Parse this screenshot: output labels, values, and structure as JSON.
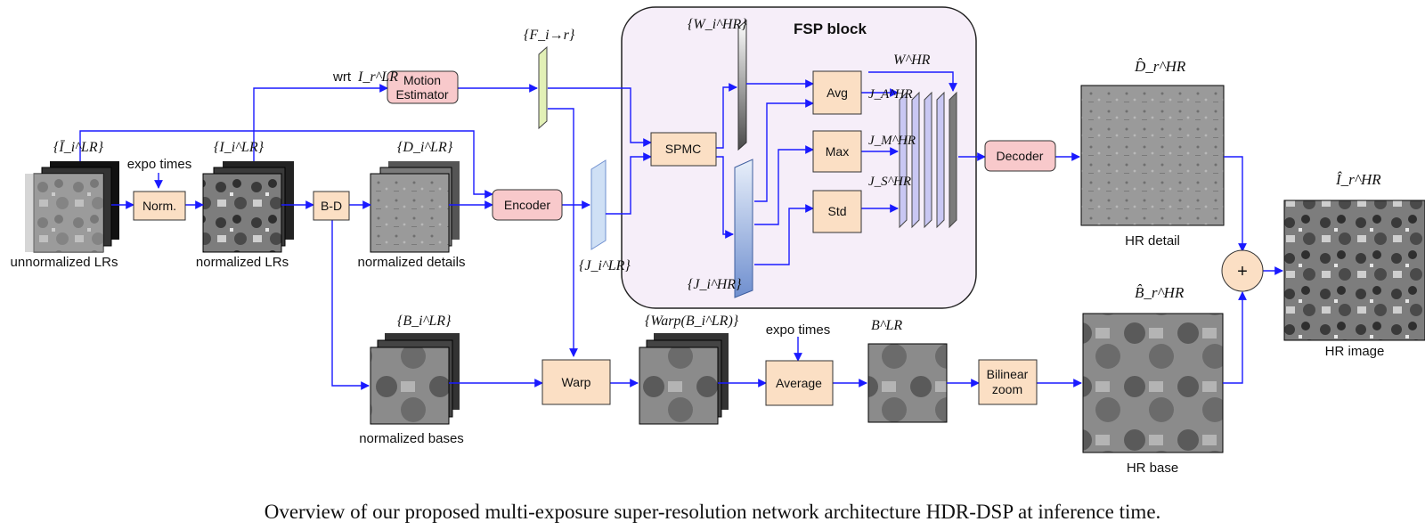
{
  "title": "FSP block",
  "colors": {
    "arrow": "#1a1aff",
    "orange_box": "#fbdfc4",
    "pink_box": "#f8c9cb",
    "fsp_panel": "#f6eef9",
    "feature_green": "#e2f0b6",
    "feature_blue": "#cfe0f5",
    "feature_purple": "#c9c7f3"
  },
  "boxes": {
    "norm": "Norm.",
    "bd": "B-D",
    "motion_line1": "Motion",
    "motion_line2": "Estimator",
    "encoder": "Encoder",
    "spmc": "SPMC",
    "avg": "Avg",
    "max": "Max",
    "std": "Std",
    "decoder": "Decoder",
    "warp": "Warp",
    "average": "Average",
    "bilinear_line1": "Bilinear",
    "bilinear_line2": "zoom"
  },
  "labels": {
    "unnormalized": "unnormalized LRs",
    "normalized": "normalized LRs",
    "details": "normalized details",
    "bases": "normalized bases",
    "expo_times_1": "expo times",
    "expo_times_2": "expo times",
    "wrt": "wrt",
    "hr_detail": "HR detail",
    "hr_base": "HR base",
    "hr_image": "HR image",
    "plus": "+"
  },
  "math": {
    "I_bar_LR": "{Ī_i^LR}",
    "I_LR": "{I_i^LR}",
    "D_LR": "{D_i^LR}",
    "B_LR_set": "{B_i^LR}",
    "F": "{F_i→r}",
    "W_HR_set": "{W_i^HR}",
    "W_HR": "W^HR",
    "J_A": "J_A^HR",
    "J_M": "J_M^HR",
    "J_S": "J_S^HR",
    "J_LR": "{J_i^LR}",
    "J_HR": "{J_i^HR}",
    "I_r_LR": "I_r^LR",
    "warp_B": "{Warp(B_i^LR)}",
    "B_LR": "B^LR",
    "D_hat": "D̂_r^HR",
    "B_hat": "B̂_r^HR",
    "I_hat": "Î_r^HR"
  },
  "caption": "Overview of our proposed multi-exposure super-resolution network architecture HDR-DSP at inference time."
}
